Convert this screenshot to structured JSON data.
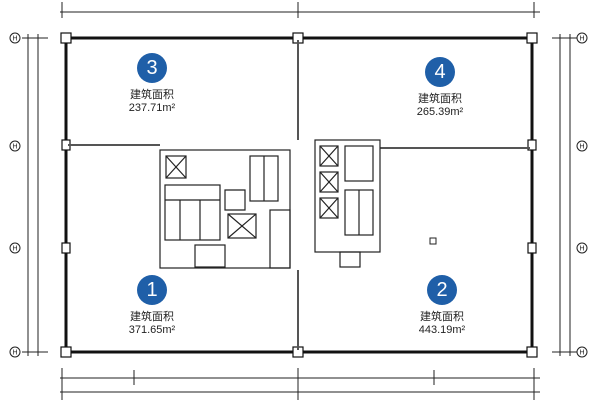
{
  "zones": [
    {
      "number": "3",
      "label": "建筑面积",
      "area": "237.71m²"
    },
    {
      "number": "4",
      "label": "建筑面积",
      "area": "265.39m²"
    },
    {
      "number": "1",
      "label": "建筑面积",
      "area": "371.65m²"
    },
    {
      "number": "2",
      "label": "建筑面积",
      "area": "443.19m²"
    }
  ],
  "axis_labels": {
    "left": [
      "H",
      "H",
      "H",
      "H"
    ],
    "right": [
      "H",
      "H",
      "H",
      "H"
    ]
  },
  "colors": {
    "badge": "#1f5fa8",
    "wall": "#111111"
  }
}
